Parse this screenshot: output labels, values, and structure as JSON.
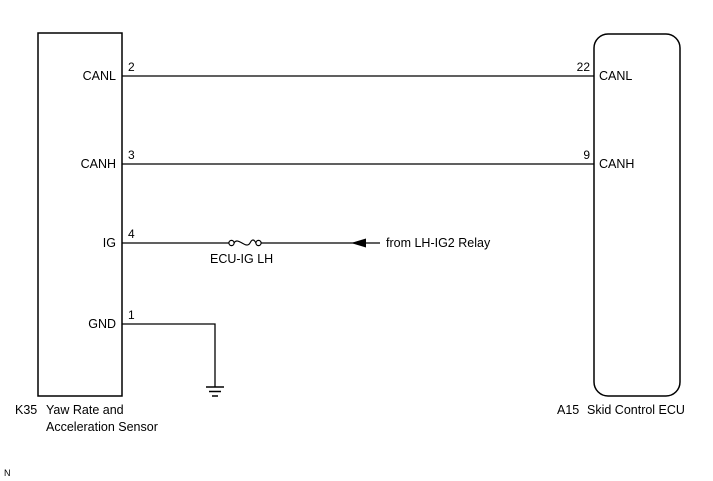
{
  "left_component": {
    "code": "K35",
    "name_line1": "Yaw Rate and",
    "name_line2": "Acceleration Sensor",
    "terminals": [
      {
        "label": "CANL",
        "pin": "2"
      },
      {
        "label": "CANH",
        "pin": "3"
      },
      {
        "label": "IG",
        "pin": "4"
      },
      {
        "label": "GND",
        "pin": "1"
      }
    ]
  },
  "right_component": {
    "code": "A15",
    "name": "Skid Control ECU",
    "terminals": [
      {
        "label": "CANL",
        "pin": "22"
      },
      {
        "label": "CANH",
        "pin": "9"
      }
    ]
  },
  "fuse": {
    "label": "ECU-IG LH"
  },
  "source": {
    "label": "from LH-IG2 Relay"
  },
  "footer": {
    "mark": "N"
  }
}
